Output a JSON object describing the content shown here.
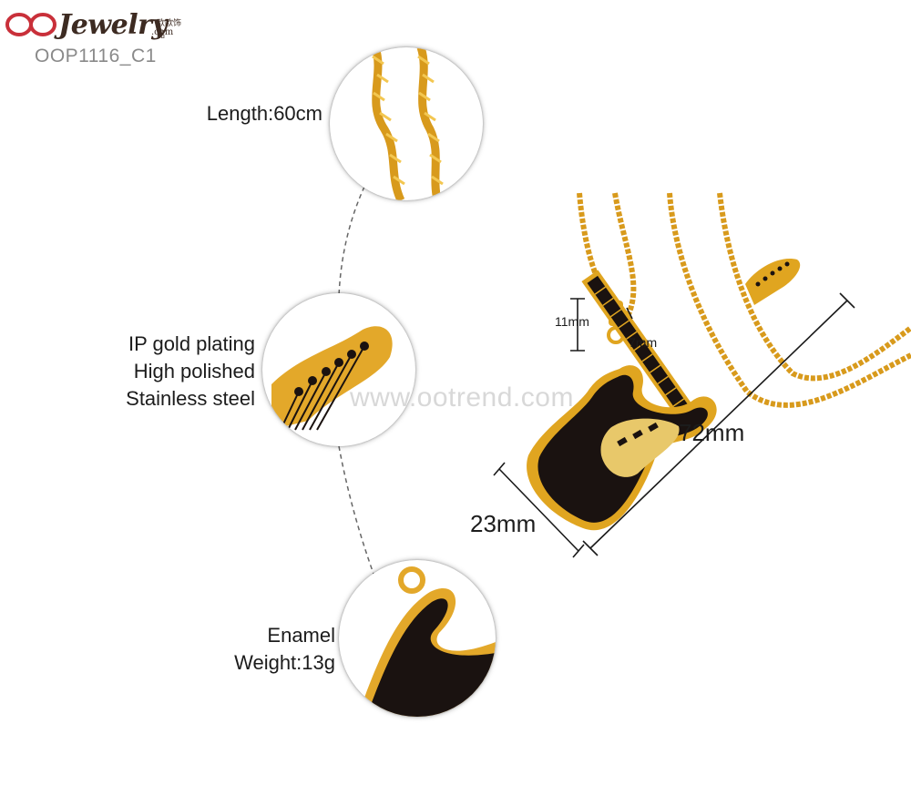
{
  "logo": {
    "brand": "Jewelry",
    "dotcom": ".com",
    "chinese": "欧欧饰品",
    "product_code": "OOP1116_C1",
    "brand_color": "#c9303a"
  },
  "features": [
    {
      "lines": [
        "Length:60cm"
      ]
    },
    {
      "lines": [
        "IP gold plating",
        "High polished",
        "Stainless steel"
      ]
    },
    {
      "lines": [
        "Enamel",
        "Weight:13g"
      ]
    }
  ],
  "watermark": "www.ootrend.com",
  "dimensions": {
    "length": "72mm",
    "width": "23mm",
    "bail_height": "11mm",
    "bail_width": "7mm"
  },
  "colors": {
    "gold": "#e0a520",
    "enamel": "#1a1210",
    "dashed_line": "#666666"
  }
}
